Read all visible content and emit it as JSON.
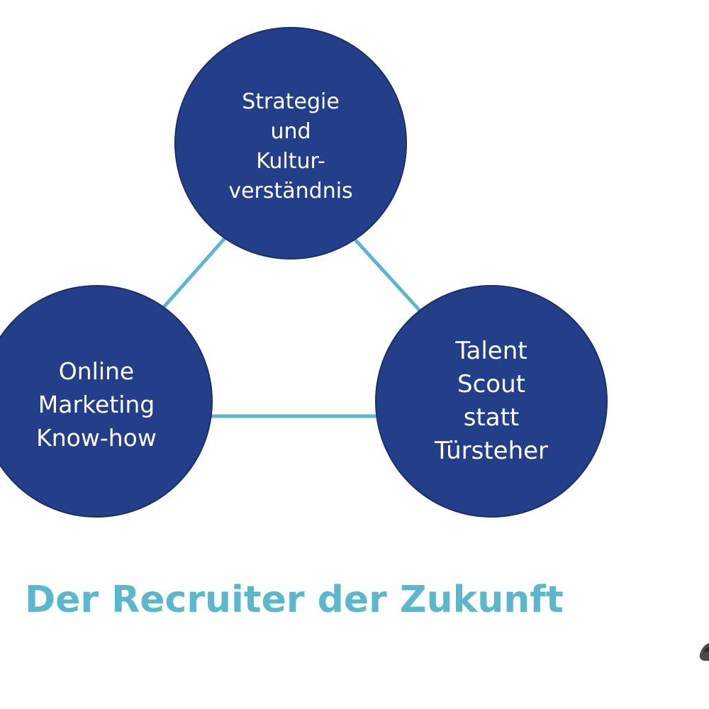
{
  "nodes": {
    "top": "Strategie\nund\nKultur-\nverständnis",
    "left": "Online\nMarketing\nKnow-how",
    "right": "Talent\nScout\nstatt\nTürsteher"
  },
  "title": "Der Recruiter der Zukunft",
  "colors": {
    "node_fill": "#233f8a",
    "connector": "#5bb8cc",
    "title": "#5bb8cc",
    "node_text": "#ffffff"
  }
}
